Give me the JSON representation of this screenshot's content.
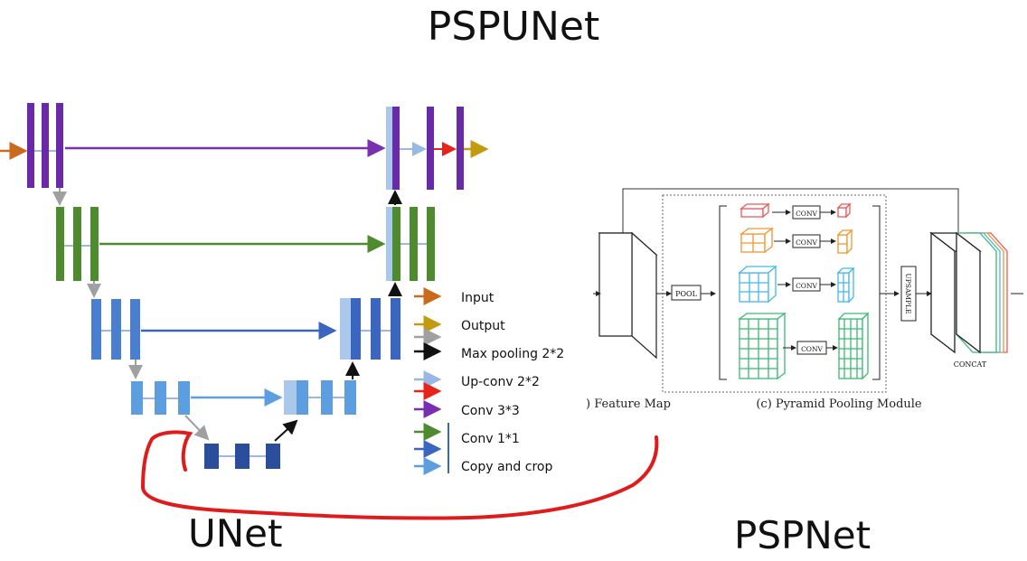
{
  "titles": {
    "main": "PSPUNet",
    "left": "UNet",
    "right": "PSPNet"
  },
  "legend": {
    "items": [
      {
        "label": "Input",
        "color": "#c96a1c"
      },
      {
        "label": "Output",
        "color": "#c49a10"
      },
      {
        "label": "",
        "color": "#a0a0a0"
      },
      {
        "label": "Max pooling 2*2",
        "color": "#111111"
      },
      {
        "label": "Up-conv 2*2",
        "color": "#9ab8e4"
      },
      {
        "label": "",
        "color": "#e8231c"
      },
      {
        "label": "Conv 3*3",
        "color": "#7a2fb0"
      },
      {
        "label": "Conv 1*1",
        "color": "#4e8a2e"
      },
      {
        "label": "",
        "color": "#3b66c0"
      },
      {
        "label": "Copy and crop",
        "color": "#5c9ee0"
      }
    ]
  },
  "pspnet": {
    "feature_map_label": ") Feature Map",
    "module_label": "(c) Pyramid Pooling Module",
    "pool_label": "POOL",
    "conv_label": "CONV",
    "upsample_label": "UPSAMPLE",
    "concat_label": "CONCAT"
  },
  "colors": {
    "purple": "#6a2aa8",
    "green": "#4e8a2e",
    "blue_dark": "#3b66c0",
    "blue_mid": "#4a7fd0",
    "blue_light": "#5c9ee0",
    "navy": "#2a4e9c",
    "copy_light": "#a9c8ec",
    "red_annotation": "#e01b1b"
  }
}
